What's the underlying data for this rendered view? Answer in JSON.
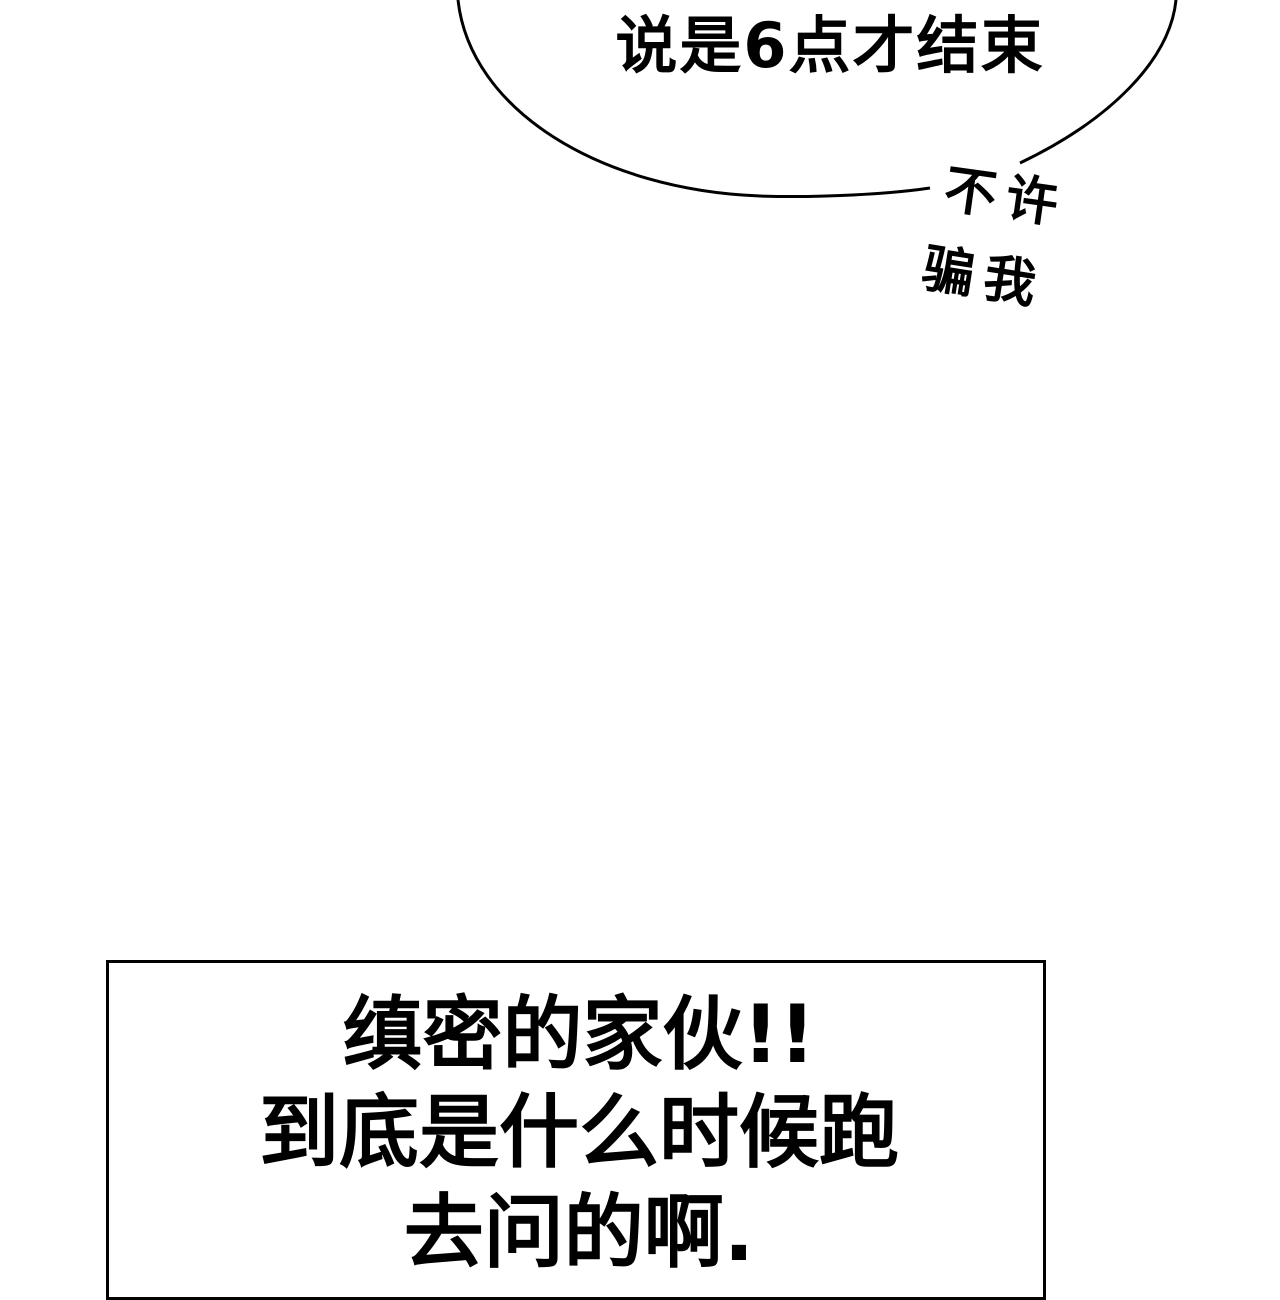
{
  "speech_bubble": {
    "text": "说是6点才结束"
  },
  "aside": {
    "line_1": "不许",
    "line_2": "骗我"
  },
  "narration_box": {
    "lines": [
      "缜密的家伙!!",
      "到底是什么时候跑",
      "去问的啊."
    ]
  },
  "colors": {
    "ink": "#000000",
    "paper": "#ffffff"
  }
}
